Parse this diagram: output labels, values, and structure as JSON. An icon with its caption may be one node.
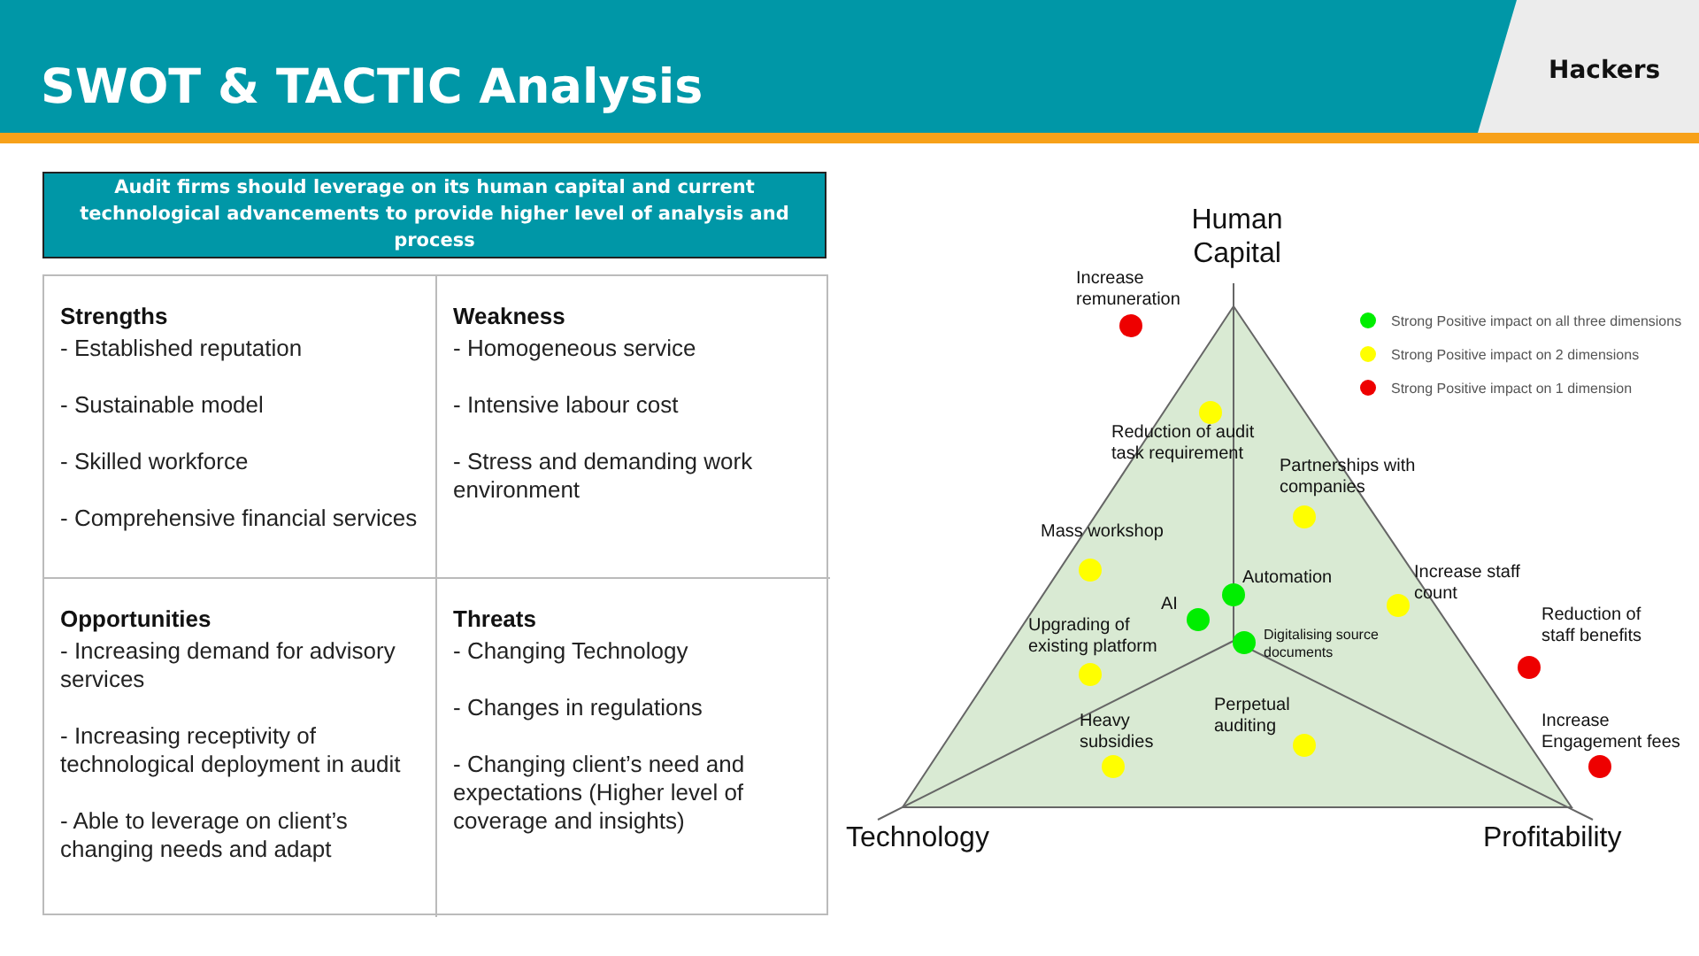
{
  "diagram": {
    "title": "SWOT & TACTIC Analysis",
    "nodes": [
      {
        "text": [
          "Audit firms should leverage on its human capital and current technological advancements to provide higher level of analysis and process"
        ]
      },
      {
        "text": [
          "Strengths",
          "- Established reputation",
          "- Sustainable model",
          "- Skilled workforce",
          "- Comprehensive financial services"
        ]
      },
      {
        "text": [
          "Weakness",
          "- Homogeneous service",
          "- Intensive labour cost",
          "- Stress and demanding work environment"
        ]
      },
      {
        "text": [
          "Opportunities",
          "- Increasing demand for advisory services",
          "- Increasing receptivity of technological deployment in audit",
          "- Able to leverage on client’s changing needs and adapt"
        ]
      },
      {
        "text": [
          "Threats",
          "- Changing Technology",
          "- Changes in regulations",
          "- Changing client’s need and expectations (Higher level of coverage and insights)"
        ]
      }
    ],
    "labels": [
      "Hackers",
      "Human Capital",
      "Increase remuneration",
      "Reduction of audit task requirement",
      "Partnerships with companies",
      "Mass workshop",
      "Automation",
      "AI",
      "Upgrading of existing platform",
      "Digitalising source documents",
      "Increase staff count",
      "Reduction of staff benefits",
      "Heavy subsidies",
      "Perpetual auditing",
      "Increase Engagement fees",
      "Technology",
      "Profitability"
    ],
    "legend": [
      {
        "text": "Strong Positive impact on all three dimensions",
        "color": "#00ee00"
      },
      {
        "text": "Strong Positive impact on 2 dimensions",
        "color": "#ffff00"
      },
      {
        "text": "Strong Positive impact on 1 dimension",
        "color": "#ee0000"
      }
    ]
  }
}
